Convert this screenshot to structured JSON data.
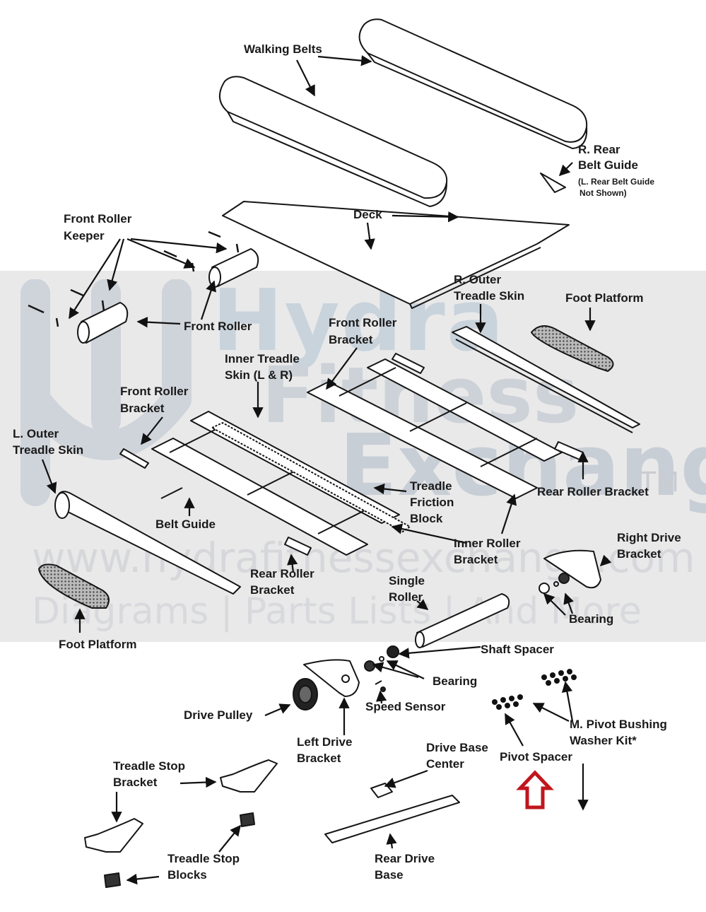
{
  "diagram": {
    "type": "exploded-parts-diagram",
    "subject": "treadmill / stepper deck and drive assembly",
    "watermark": {
      "brand_line1": "Hydra",
      "brand_line2": "Fitness",
      "brand_line3": "Exchange",
      "trademark": "TM",
      "url": "www.hydrafitnessexchange.com",
      "tagline": "Diagrams | Parts Lists | And More"
    },
    "labels": {
      "walking_belts": "Walking Belts",
      "r_rear_belt_guide_1": "R. Rear",
      "r_rear_belt_guide_2": "Belt Guide",
      "r_rear_note_1": "(L. Rear Belt Guide",
      "r_rear_note_2": "Not Shown)",
      "deck": "Deck",
      "front_roller_keeper_1": "Front Roller",
      "front_roller_keeper_2": "Keeper",
      "front_roller": "Front Roller",
      "r_outer_treadle_skin_1": "R. Outer",
      "r_outer_treadle_skin_2": "Treadle Skin",
      "foot_platform_right": "Foot Platform",
      "front_roller_bracket_right_1": "Front Roller",
      "front_roller_bracket_right_2": "Bracket",
      "inner_treadle_skin_1": "Inner Treadle",
      "inner_treadle_skin_2": "Skin (L & R)",
      "front_roller_bracket_left_1": "Front Roller",
      "front_roller_bracket_left_2": "Bracket",
      "l_outer_treadle_skin_1": "L. Outer",
      "l_outer_treadle_skin_2": "Treadle Skin",
      "treadle_friction_block_1": "Treadle",
      "treadle_friction_block_2": "Friction",
      "treadle_friction_block_3": "Block",
      "rear_roller_bracket_right": "Rear Roller Bracket",
      "belt_guide": "Belt Guide",
      "inner_roller_bracket_1": "Inner Roller",
      "inner_roller_bracket_2": "Bracket",
      "right_drive_bracket_1": "Right Drive",
      "right_drive_bracket_2": "Bracket",
      "rear_roller_bracket_left_1": "Rear Roller",
      "rear_roller_bracket_left_2": "Bracket",
      "single_roller_1": "Single",
      "single_roller_2": "Roller",
      "bearing_right": "Bearing",
      "foot_platform_left": "Foot Platform",
      "shaft_spacer": "Shaft Spacer",
      "bearing_center": "Bearing",
      "speed_sensor": "Speed Sensor",
      "drive_pulley": "Drive Pulley",
      "left_drive_bracket_1": "Left Drive",
      "left_drive_bracket_2": "Bracket",
      "m_pivot_bushing_1": "M. Pivot Bushing",
      "m_pivot_bushing_2": "Washer Kit*",
      "pivot_spacer": "Pivot Spacer",
      "drive_base_center_1": "Drive Base",
      "drive_base_center_2": "Center",
      "treadle_stop_bracket_1": "Treadle Stop",
      "treadle_stop_bracket_2": "Bracket",
      "treadle_stop_blocks_1": "Treadle Stop",
      "treadle_stop_blocks_2": "Blocks",
      "rear_drive_base_1": "Rear Drive",
      "rear_drive_base_2": "Base"
    },
    "highlight": {
      "target": "Pivot Spacer",
      "marker": "red-outline-up-arrow",
      "color": "#c0161e"
    }
  }
}
